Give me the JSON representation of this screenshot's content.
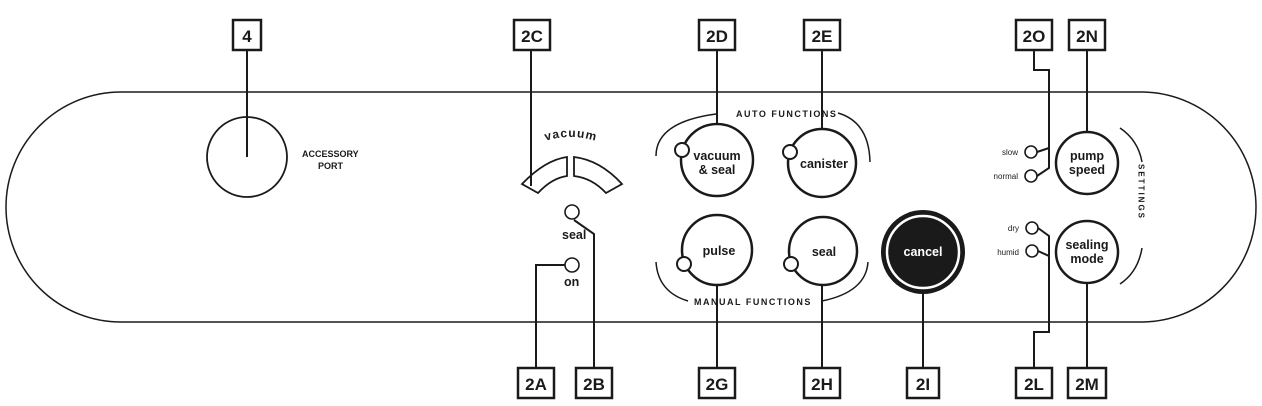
{
  "callouts": {
    "accessory_port": "4",
    "vacuum_meter": "2C",
    "vacuum_seal_button": "2D",
    "canister_button": "2E",
    "speed_lights": "2O",
    "pump_speed_button": "2N",
    "on_light": "2A",
    "seal_light": "2B",
    "pulse_button": "2G",
    "seal_button": "2H",
    "cancel_button": "2I",
    "mode_lights": "2L",
    "sealing_mode_button": "2M"
  },
  "labels": {
    "accessory_port_line1": "ACCESSORY",
    "accessory_port_line2": "PORT",
    "vacuum": "vacuum",
    "seal_indicator": "seal",
    "on_indicator": "on",
    "auto_functions": "AUTO FUNCTIONS",
    "manual_functions": "MANUAL FUNCTIONS",
    "settings": "SETTINGS",
    "slow": "slow",
    "normal": "normal",
    "dry": "dry",
    "humid": "humid"
  },
  "buttons": {
    "vacuum_seal_line1": "vacuum",
    "vacuum_seal_line2": "& seal",
    "canister": "canister",
    "pulse": "pulse",
    "seal": "seal",
    "cancel": "cancel",
    "pump_speed_line1": "pump",
    "pump_speed_line2": "speed",
    "sealing_mode_line1": "sealing",
    "sealing_mode_line2": "mode"
  }
}
